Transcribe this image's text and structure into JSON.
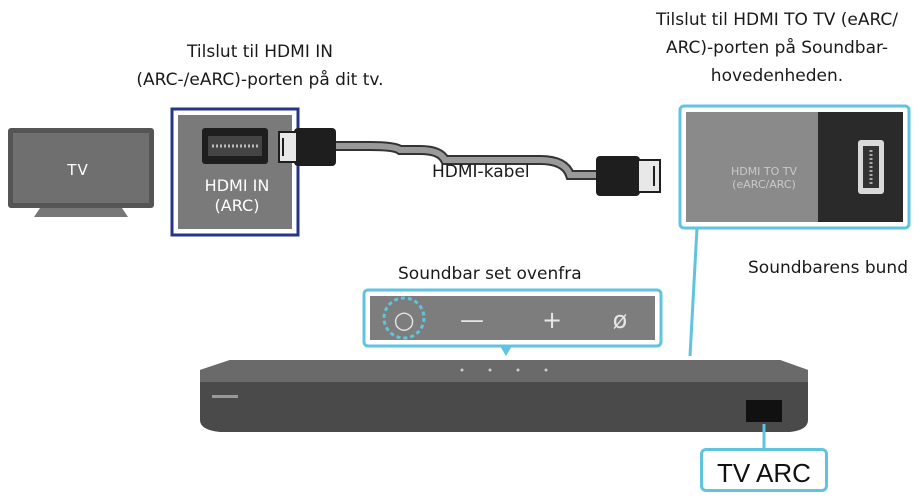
{
  "labels": {
    "tv_in_callout": [
      "Tilslut til HDMI IN",
      "(ARC-/eARC)-porten på dit tv."
    ],
    "soundbar_callout": [
      "Tilslut til HDMI TO TV (eARC/",
      "ARC)-porten på Soundbar-",
      "hovedenheden."
    ],
    "cable": "HDMI-kabel",
    "top_view": "Soundbar set ovenfra",
    "bottom_view": "Soundbarens bund",
    "tv": "TV",
    "tv_port": [
      "HDMI IN",
      "(ARC)"
    ],
    "soundbar_port": [
      "HDMI TO TV",
      "(eARC/ARC)"
    ],
    "tv_arc": "TV ARC"
  },
  "buttons": [
    {
      "name": "power-button",
      "glyph": "○"
    },
    {
      "name": "volume-down-button",
      "glyph": "—"
    },
    {
      "name": "volume-up-button",
      "glyph": "+"
    },
    {
      "name": "mic-mute-button",
      "glyph": "ø"
    }
  ],
  "colors": {
    "callout_blue": "#24358a",
    "callout_cyan": "#5fc4e0",
    "panel_gray": "#7a7a7a",
    "cable": "#9a9a9a"
  }
}
